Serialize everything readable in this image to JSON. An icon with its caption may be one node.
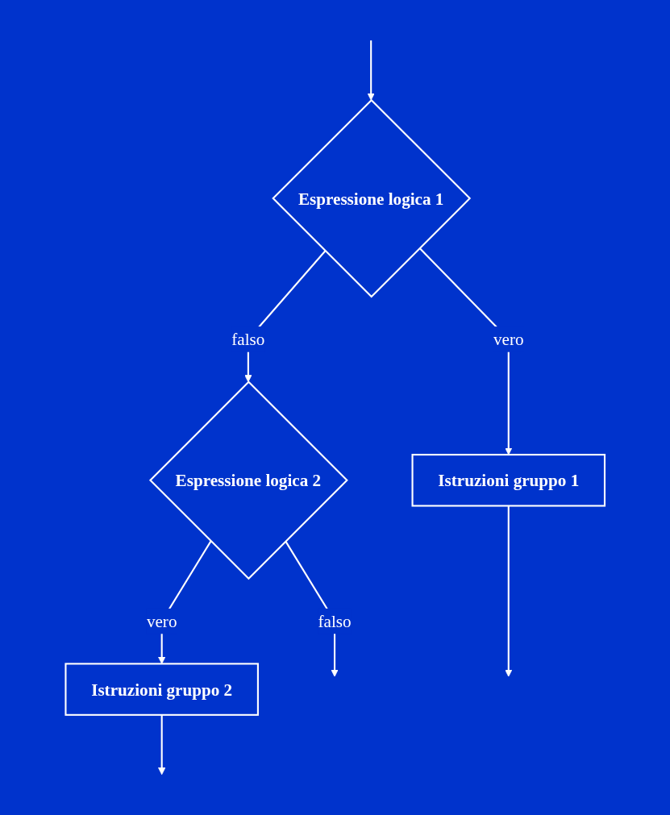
{
  "diagram": {
    "nodes": [
      {
        "text": [
          "Espressione logica 1"
        ]
      },
      {
        "text": [
          "Espressione logica 2"
        ]
      },
      {
        "text": [
          "Istruzioni gruppo 1"
        ]
      },
      {
        "text": [
          "Istruzioni gruppo 2"
        ]
      }
    ],
    "edges": [
      {
        "from": null,
        "to": 0,
        "arrow": "to"
      },
      {
        "from": 0,
        "to": 1,
        "arrow": "to",
        "label": "falso"
      },
      {
        "from": 0,
        "to": 2,
        "arrow": "to",
        "label": "vero"
      },
      {
        "from": 1,
        "to": 3,
        "arrow": "to",
        "label": "vero"
      },
      {
        "from": 1,
        "to": null,
        "arrow": "to",
        "label": "falso"
      },
      {
        "from": 3,
        "to": null,
        "arrow": "to"
      },
      {
        "from": 2,
        "to": null,
        "arrow": "to"
      }
    ]
  }
}
